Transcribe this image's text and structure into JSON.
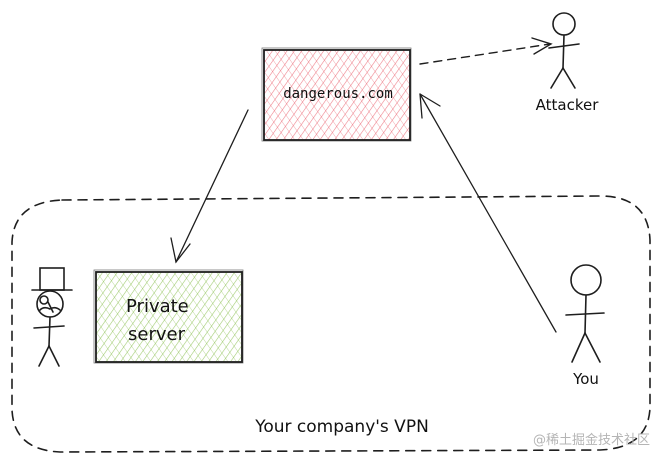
{
  "nodes": {
    "dangerous": {
      "label": "dangerous.com",
      "fill": "#ff9aa5",
      "stroke": "#1e1e1e"
    },
    "private_server": {
      "label_line1": "Private",
      "label_line2": "server",
      "fill": "#b8e07a",
      "stroke": "#1e1e1e"
    }
  },
  "actors": {
    "attacker": {
      "label": "Attacker"
    },
    "you": {
      "label": "You"
    },
    "boss": {
      "label": ""
    }
  },
  "vpn": {
    "label": "Your company's VPN"
  },
  "watermark": {
    "text": "@稀土掘金技术社区"
  }
}
